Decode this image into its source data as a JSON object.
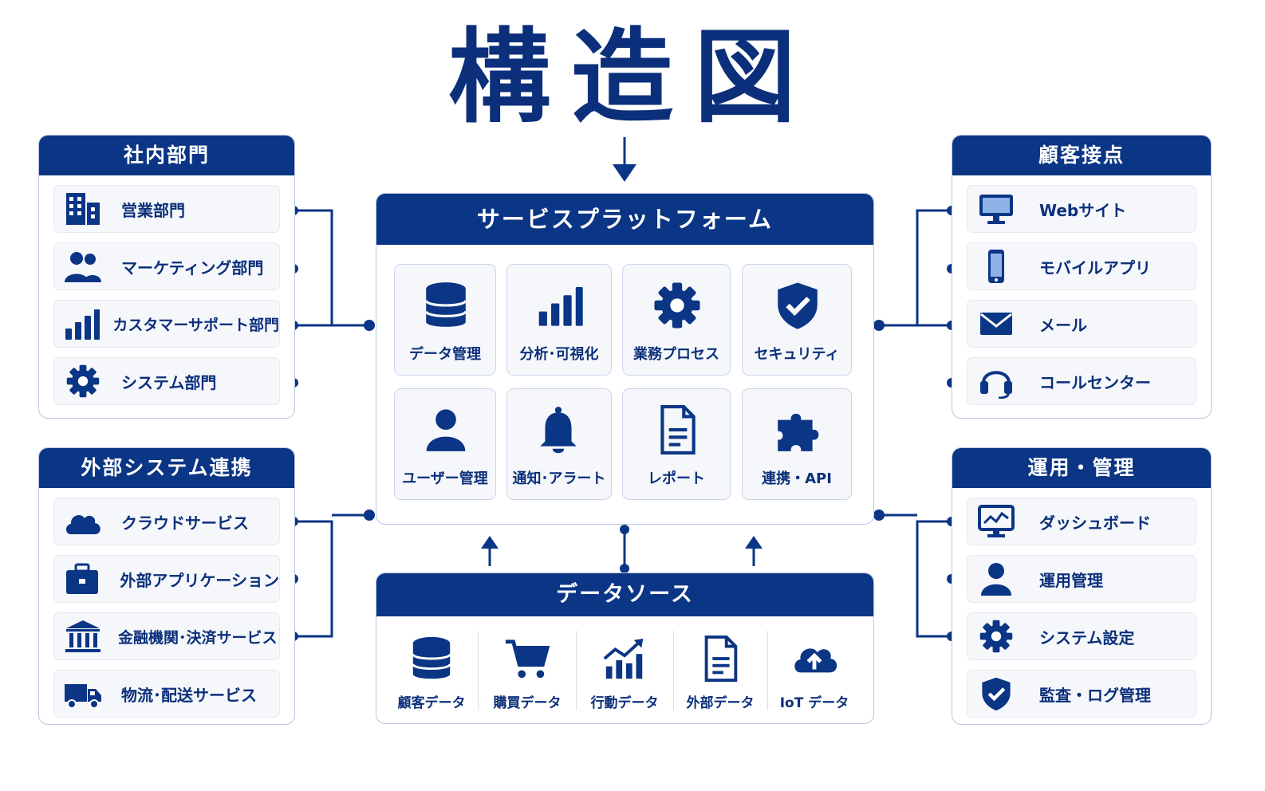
{
  "title": "構造図",
  "colors": {
    "primary": "#0b3585",
    "text": "#0b2f7a",
    "tile_bg": "#f5f7fb",
    "border": "#b8c6e2"
  },
  "panels": {
    "internal": {
      "title": "社内部門",
      "items": [
        {
          "label": "営業部門",
          "icon": "building-icon"
        },
        {
          "label": "マーケティング部門",
          "icon": "users-icon"
        },
        {
          "label": "カスタマーサポート部門",
          "icon": "bar-chart-icon"
        },
        {
          "label": "システム部門",
          "icon": "gear-icon"
        }
      ]
    },
    "external": {
      "title": "外部システム連携",
      "items": [
        {
          "label": "クラウドサービス",
          "icon": "cloud-icon"
        },
        {
          "label": "外部アプリケーション",
          "icon": "briefcase-icon"
        },
        {
          "label": "金融機関･決済サービス",
          "icon": "bank-icon"
        },
        {
          "label": "物流･配送サービス",
          "icon": "truck-icon"
        }
      ]
    },
    "customer": {
      "title": "顧客接点",
      "items": [
        {
          "label": "Webサイト",
          "icon": "monitor-icon"
        },
        {
          "label": "モバイルアプリ",
          "icon": "smartphone-icon"
        },
        {
          "label": "メール",
          "icon": "mail-icon"
        },
        {
          "label": "コールセンター",
          "icon": "headset-icon"
        }
      ]
    },
    "operations": {
      "title": "運用・管理",
      "items": [
        {
          "label": "ダッシュボード",
          "icon": "dashboard-icon"
        },
        {
          "label": "運用管理",
          "icon": "user-icon"
        },
        {
          "label": "システム設定",
          "icon": "gear-icon"
        },
        {
          "label": "監査・ログ管理",
          "icon": "shield-check-icon"
        }
      ]
    },
    "platform": {
      "title": "サービスプラットフォーム",
      "tiles": [
        {
          "label": "データ管理",
          "icon": "database-icon"
        },
        {
          "label": "分析･可視化",
          "icon": "bar-chart-icon"
        },
        {
          "label": "業務プロセス",
          "icon": "gear-icon"
        },
        {
          "label": "セキュリティ",
          "icon": "shield-check-icon"
        },
        {
          "label": "ユーザー管理",
          "icon": "user-icon"
        },
        {
          "label": "通知･アラート",
          "icon": "bell-icon"
        },
        {
          "label": "レポート",
          "icon": "document-icon"
        },
        {
          "label": "連携・API",
          "icon": "puzzle-icon"
        }
      ]
    },
    "datasource": {
      "title": "データソース",
      "items": [
        {
          "label": "顧客データ",
          "icon": "database-icon"
        },
        {
          "label": "購買データ",
          "icon": "cart-icon"
        },
        {
          "label": "行動データ",
          "icon": "trend-chart-icon"
        },
        {
          "label": "外部データ",
          "icon": "document-icon"
        },
        {
          "label": "IoT データ",
          "icon": "cloud-upload-icon"
        }
      ]
    }
  }
}
